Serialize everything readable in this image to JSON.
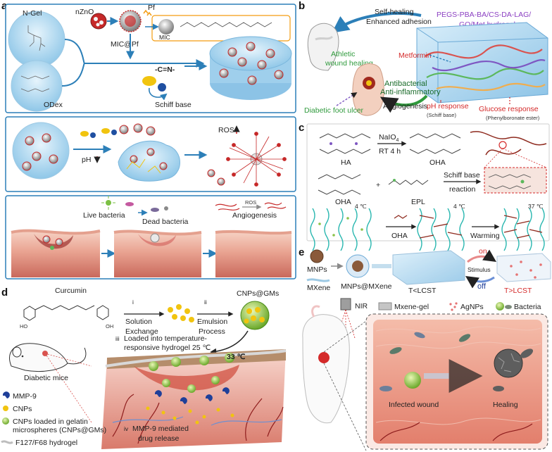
{
  "panels": {
    "a": {
      "letter": "a",
      "top": {
        "n_gel": "N-Gel",
        "odex": "ODex",
        "nzno": "nZnO",
        "pf": "Pf",
        "mic": "MIC",
        "mic_pf": "MIC@Pf",
        "imine_bond": "-C=N-",
        "schiff_base": "Schiff base"
      },
      "middle": {
        "ph": "pH",
        "ros": "ROS"
      },
      "bottom": {
        "live_bacteria": "Live bacteria",
        "dead_bacteria": "Dead bacteria",
        "ros_small": "ROS",
        "angiogenesis": "Angiogenesis"
      }
    },
    "b": {
      "letter": "b",
      "self_healing": "Self-healing",
      "enhanced_adhesion": "Enhanced adhesion",
      "hydrogel_line1": "PEGS-PBA-BA/CS-DA-LAG/",
      "hydrogel_line2": "GO/Met hydrogel",
      "athletic_1": "Athletic",
      "athletic_2": "wound healing",
      "metformin": "Metformin",
      "antibacterial": "Antibacterial",
      "anti_inflammatory": "Anti-inflammatory",
      "angiogenesis": "Angiogenesis",
      "diabetic_foot": "Diabetic foot ulcer",
      "ph_response": "pH response",
      "ph_sub": "(Schiff base)",
      "glucose_response": "Glucose response",
      "glucose_sub": "(Phenylboronate ester)"
    },
    "c": {
      "letter": "c",
      "ha": "HA",
      "naio4": "NaIO",
      "naio4_sub": "4",
      "rt": "RT 4 h",
      "oha_top": "OHA",
      "oha_left": "OHA",
      "plus": "+",
      "epl": "EPL",
      "schiff1": "Schiff base",
      "schiff2": "reaction",
      "temp1": "4 ℃",
      "temp2": "4 ℃",
      "temp3": "37 ℃",
      "oha_arrow": "OHA",
      "warming": "Warming"
    },
    "d": {
      "letter": "d",
      "curcumin": "Curcumin",
      "step_i": "i",
      "step_ii": "ii",
      "step_iii": "iii",
      "step_iv": "iv",
      "solution": "Solution",
      "exchange": "Exchange",
      "emulsion": "Emulsion",
      "process": "Process",
      "cnps_gms": "CNPs@GMs",
      "loaded1": "Loaded into temperature-",
      "loaded2": "responsive hydrogel 25 ℃",
      "temp33": "33 ℃",
      "diabetic_mice": "Diabetic mice",
      "legend": [
        "MMP-9",
        "CNPs",
        "CNPs loaded in gelatin",
        "microspheres (CNPs@GMs)",
        "F127/F68 hydrogel"
      ],
      "mmp_release1": "MMP-9 mediated",
      "mmp_release2": "drug release"
    },
    "e": {
      "letter": "e",
      "mnps": "MNPs",
      "mxene": "MXene",
      "mnps_mxene": "MNPs@MXene",
      "t_lt": "T<LCST",
      "t_gt": "T>LCST",
      "on": "on",
      "off": "off",
      "stimulus": "Stimulus",
      "nir": "NIR",
      "legend_mxene": "Mxene-gel",
      "legend_ag": "AgNPs",
      "legend_bacteria": "Bacteria",
      "infected": "Infected wound",
      "healing": "Healing"
    }
  },
  "colors": {
    "frame_blue": "#2c7fb8",
    "gel_blue": "#a9d6f0",
    "red_accent": "#d42a2a",
    "green_accent": "#2f9a3c",
    "skin_pink": "#f2b8a8",
    "tissue_red": "#c95a4e"
  }
}
